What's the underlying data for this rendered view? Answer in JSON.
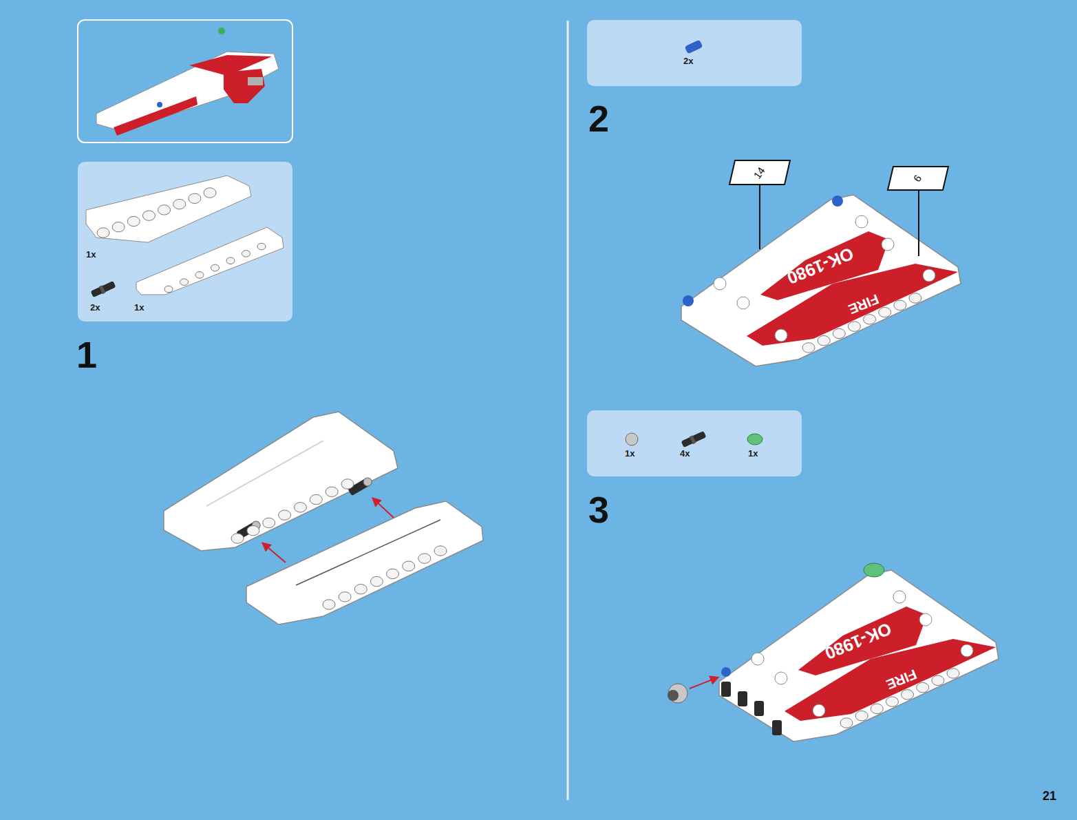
{
  "diagram": {
    "nodes": [
      {
        "text": [
          "1x",
          "2x",
          "1x"
        ]
      },
      {
        "text": [
          "2x"
        ]
      },
      {
        "text": [
          "1x",
          "4x",
          "1x"
        ]
      }
    ],
    "labels": [
      "1",
      "2",
      "3",
      "14",
      "6",
      "OK-1980",
      "FIRE",
      "OK-1980",
      "FIRE",
      "21"
    ]
  }
}
